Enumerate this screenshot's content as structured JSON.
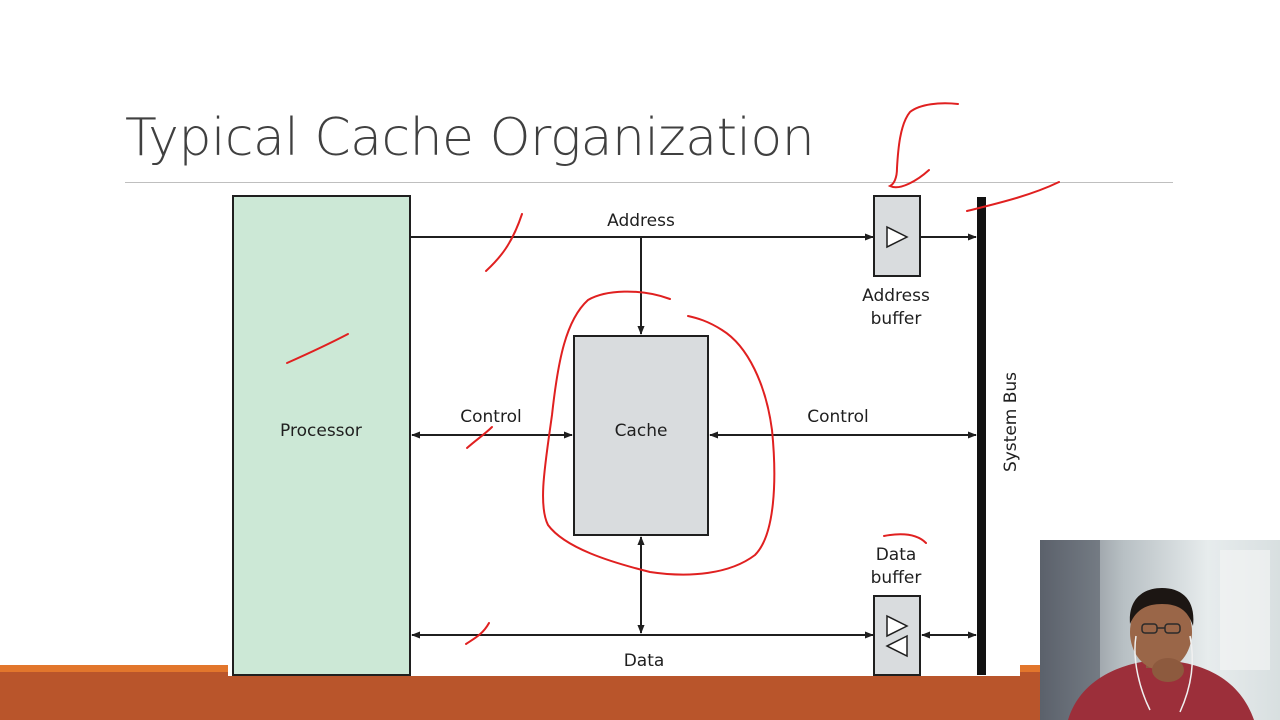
{
  "slide": {
    "title": "Typical Cache Organization"
  },
  "diagram": {
    "processor_label": "Processor",
    "cache_label": "Cache",
    "address_label": "Address",
    "control_left_label": "Control",
    "control_right_label": "Control",
    "data_label": "Data",
    "address_buffer_line1": "Address",
    "address_buffer_line2": "buffer",
    "data_buffer_line1": "Data",
    "data_buffer_line2": "buffer",
    "system_bus_label": "System Bus"
  },
  "colors": {
    "processor_fill": "#cce8d6",
    "cache_fill": "#d9dcde",
    "annotation_red": "#e02020",
    "footer_orange": "#e2762c",
    "footer_rust": "#b9552b"
  }
}
